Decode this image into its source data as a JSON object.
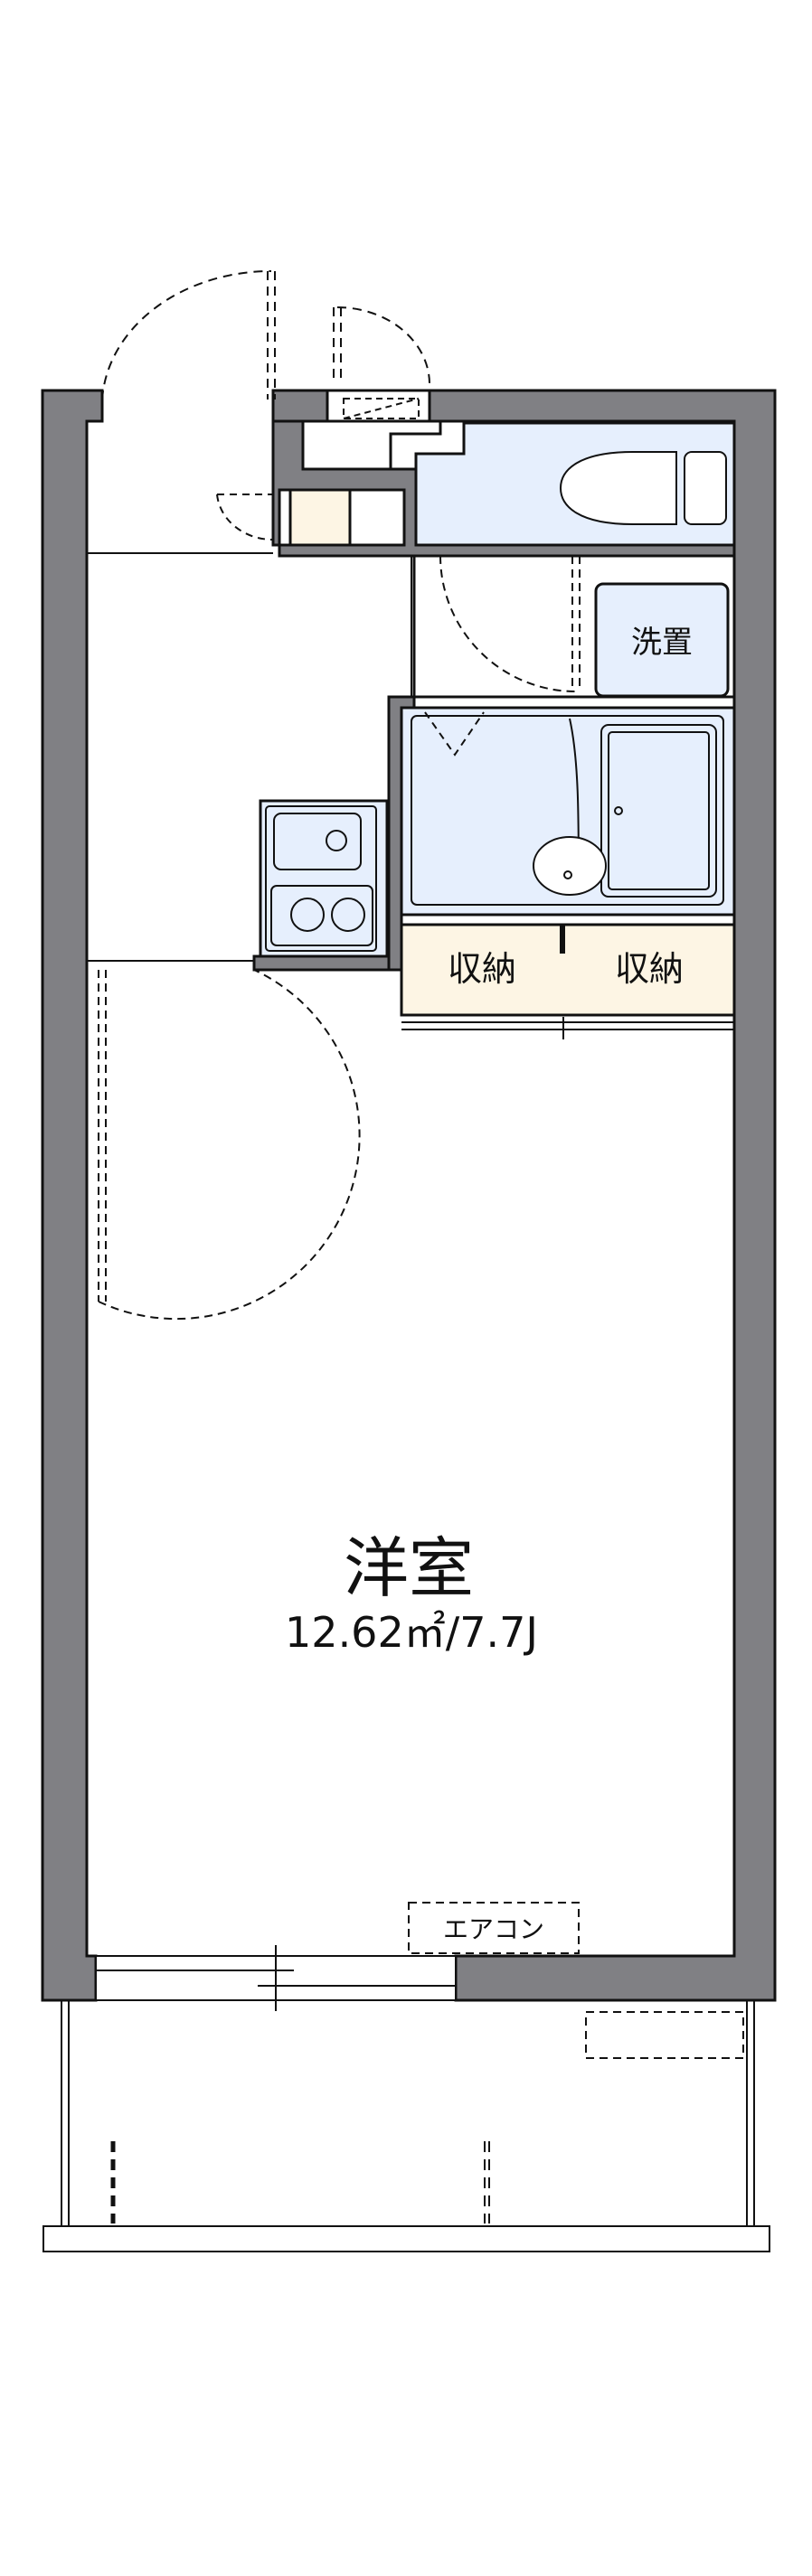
{
  "rooms": {
    "western_room": {
      "label": "洋室",
      "area": "12.62㎡/7.7J"
    },
    "washroom": {
      "label": "洗置"
    },
    "storage_left": {
      "label": "収納"
    },
    "storage_right": {
      "label": "収納"
    },
    "aircon": {
      "label": "エアコン"
    }
  },
  "colors": {
    "wall": "#808084",
    "wet_area": "#e6effd",
    "storage": "#fdf5e4",
    "line": "#111111"
  }
}
